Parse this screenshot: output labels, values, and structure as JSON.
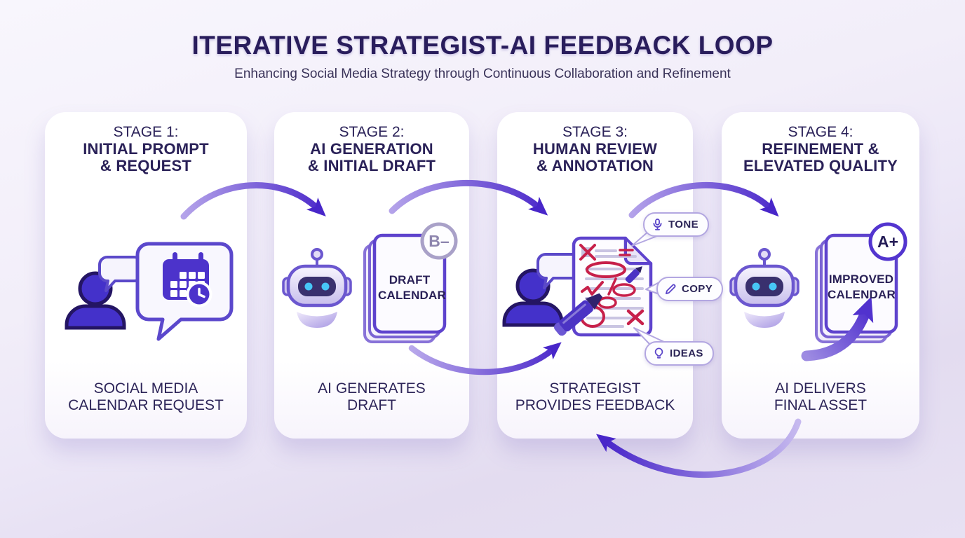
{
  "header": {
    "title": "ITERATIVE STRATEGIST-AI FEEDBACK LOOP",
    "subtitle": "Enhancing Social Media Strategy through Continuous Collaboration and Refinement"
  },
  "stages": [
    {
      "label": "STAGE 1:",
      "title_line1": "INITIAL PROMPT",
      "title_line2": "& REQUEST",
      "caption_line1": "SOCIAL MEDIA",
      "caption_line2": "CALENDAR REQUEST"
    },
    {
      "label": "STAGE 2:",
      "title_line1": "AI GENERATION",
      "title_line2": "& INITIAL DRAFT",
      "caption_line1": "AI GENERATES",
      "caption_line2": "DRAFT",
      "doc_line1": "DRAFT",
      "doc_line2": "CALENDAR",
      "badge": "B–"
    },
    {
      "label": "STAGE 3:",
      "title_line1": "HUMAN REVIEW",
      "title_line2": "& ANNOTATION",
      "caption_line1": "STRATEGIST",
      "caption_line2": "PROVIDES FEEDBACK"
    },
    {
      "label": "STAGE 4:",
      "title_line1": "REFINEMENT &",
      "title_line2": "ELEVATED QUALITY",
      "caption_line1": "AI DELIVERS",
      "caption_line2": "FINAL ASSET",
      "doc_line1": "IMPROVED",
      "doc_line2": "CALENDAR",
      "badge": "A+"
    }
  ],
  "callouts": [
    {
      "label": "TONE",
      "icon": "microphone-icon"
    },
    {
      "label": "COPY",
      "icon": "pencil-icon"
    },
    {
      "label": "IDEAS",
      "icon": "lightbulb-icon"
    }
  ],
  "colors": {
    "accent_purple": "#4f2ecb",
    "deep_indigo": "#291d5c",
    "annotation_red": "#c7204a",
    "badge_gray": "#a9a1c8",
    "robot_eye_cyan": "#47c6f6",
    "card_bg": "#ffffff",
    "background_lavender": "#e7e1f3"
  }
}
